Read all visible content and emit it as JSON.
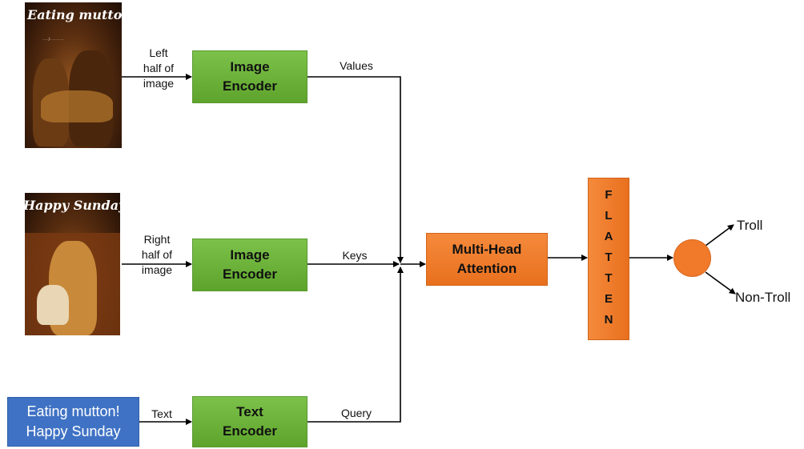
{
  "inputs": {
    "meme_top_caption": "Eating mutton! I",
    "meme_top_watermark": "···/·······",
    "meme_bottom_caption": "Happy Sunday!",
    "text_box": [
      "Eating mutton!",
      "Happy Sunday"
    ]
  },
  "edge_labels": {
    "left_half": [
      "Left",
      "half of",
      "image"
    ],
    "right_half": [
      "Right",
      "half of",
      "image"
    ],
    "text": "Text",
    "values": "Values",
    "keys": "Keys",
    "query": "Query"
  },
  "encoders": {
    "image_encoder_1": [
      "Image",
      "Encoder"
    ],
    "image_encoder_2": [
      "Image",
      "Encoder"
    ],
    "text_encoder": [
      "Text",
      "Encoder"
    ]
  },
  "attention": [
    "Multi-Head",
    "Attention"
  ],
  "flatten_letters": [
    "F",
    "L",
    "A",
    "T",
    "T",
    "E",
    "N"
  ],
  "outputs": {
    "troll": "Troll",
    "non_troll": "Non-Troll"
  },
  "colors": {
    "encoder_green": "#6fb53b",
    "attention_orange": "#f07a2a",
    "text_blue": "#3f72c4"
  }
}
